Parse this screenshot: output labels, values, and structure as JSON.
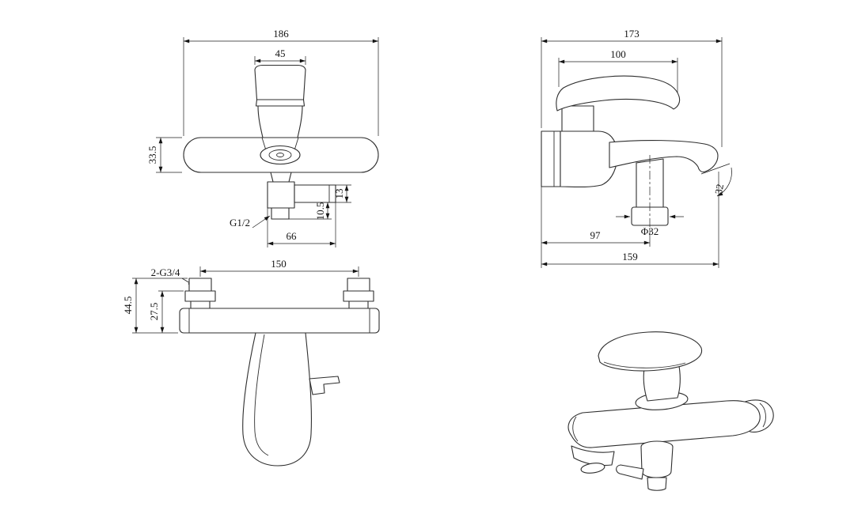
{
  "dims": {
    "front": {
      "total_width": "186",
      "handle_width": "45",
      "body_height": "33.5",
      "outlet_height": "13",
      "outlet_drop": "10.5",
      "outlet_reach": "66",
      "inlet_thread": "G1/2"
    },
    "side": {
      "total_depth": "173",
      "handle_reach": "100",
      "diverter_offset": "97",
      "diverter_diameter": "Φ32",
      "overall_reach": "159",
      "spout_angle": "32"
    },
    "install": {
      "inlet_spacing": "150",
      "inlet_thread": "2-G3/4",
      "total_height": "44.5",
      "body_height": "27.5"
    }
  }
}
